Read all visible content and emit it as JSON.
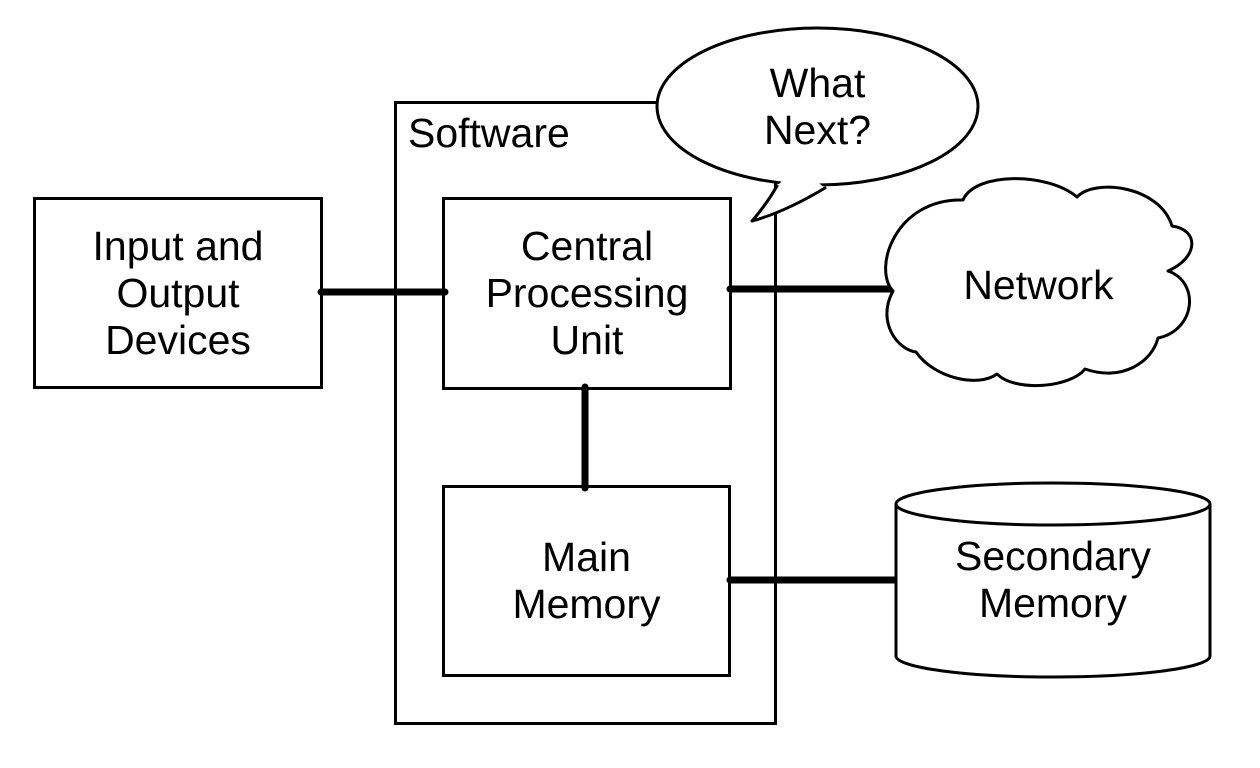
{
  "diagram": {
    "background_color": "#ffffff",
    "line_color": "#000000",
    "text_color": "#000000",
    "nodes": {
      "io_devices": {
        "label": "Input and\nOutput\nDevices",
        "shape": "rectangle"
      },
      "software": {
        "label": "Software",
        "shape": "rectangle-container"
      },
      "cpu": {
        "label": "Central\nProcessing\nUnit",
        "shape": "rectangle"
      },
      "main_memory": {
        "label": "Main\nMemory",
        "shape": "rectangle"
      },
      "what_next": {
        "label": "What\nNext?",
        "shape": "speech-bubble"
      },
      "network": {
        "label": "Network",
        "shape": "cloud"
      },
      "secondary_memory": {
        "label": "Secondary\nMemory",
        "shape": "cylinder"
      }
    },
    "edges": [
      {
        "from": "io_devices",
        "to": "cpu",
        "style": "thick-bus"
      },
      {
        "from": "cpu",
        "to": "network",
        "style": "thick-bus"
      },
      {
        "from": "cpu",
        "to": "main_memory",
        "style": "thick-bus"
      },
      {
        "from": "main_memory",
        "to": "secondary_memory",
        "style": "thick-bus"
      }
    ]
  }
}
